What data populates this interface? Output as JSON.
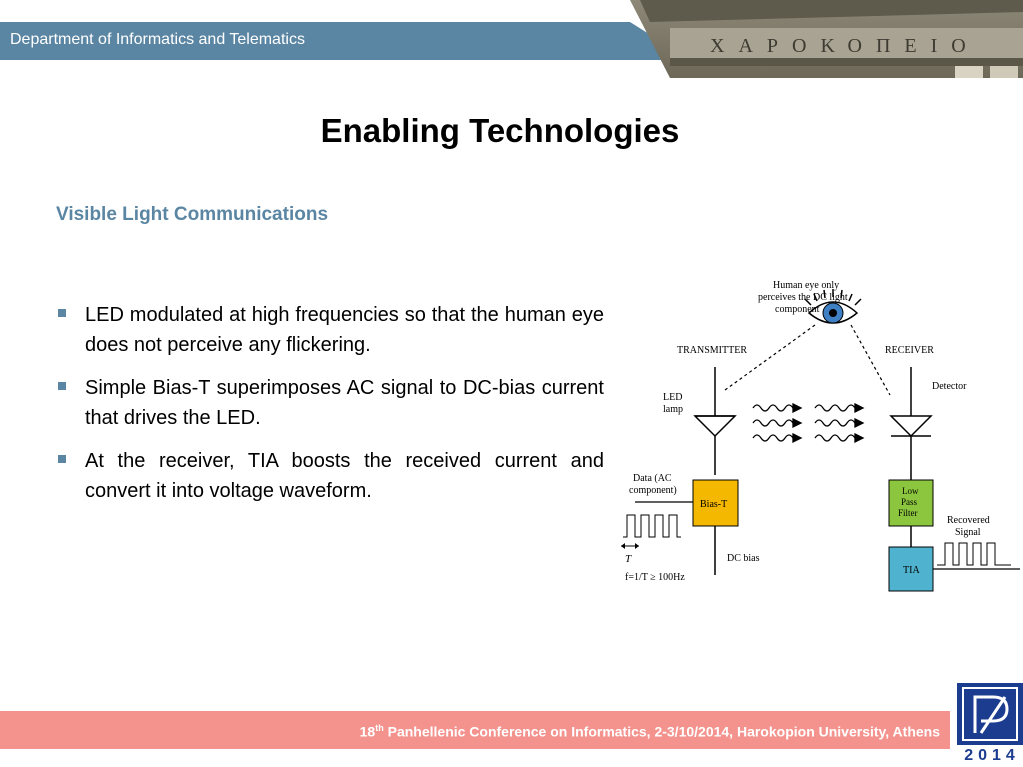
{
  "header": {
    "department": "Department of Informatics and Telematics",
    "building_inscription": "ΧΑΡΟΚΟΠΕΙΟ"
  },
  "slide": {
    "title": "Enabling Technologies",
    "subtitle": "Visible Light Communications",
    "bullets": [
      "LED modulated at high frequencies so that the human eye does not perceive any flickering.",
      "Simple Bias-T superimposes AC signal to DC-bias current that drives the LED.",
      "At the receiver, TIA boosts the received current and convert it into voltage waveform."
    ]
  },
  "diagram": {
    "eye_label_1": "Human eye only",
    "eye_label_2": "perceives the DC light",
    "eye_label_3": "component",
    "transmitter": "TRANSMITTER",
    "receiver": "RECEIVER",
    "led_1": "LED",
    "led_2": "lamp",
    "detector": "Detector",
    "data_1": "Data (AC",
    "data_2": "component)",
    "bias_t": "Bias-T",
    "lpf_1": "Low",
    "lpf_2": "Pass",
    "lpf_3": "Filter",
    "recovered_1": "Recovered",
    "recovered_2": "Signal",
    "period": "T",
    "frequency": "f=1/T ≥ 100Hz",
    "dc_bias": "DC bias",
    "tia": "TIA",
    "colors": {
      "bias_t": "#f5b800",
      "lpf": "#8cc63f",
      "tia": "#4fb3cf",
      "eye": "#3f7fc4"
    }
  },
  "footer": {
    "ordinal": "18",
    "ordinal_suffix": "th",
    "text": "Panhellenic Conference on Informatics, 2-3/10/2014, Harokopion University, Athens",
    "logo_year": "2014"
  },
  "colors": {
    "header": "#5b86a3",
    "footer": "#f4938e",
    "logo": "#1c3d8f"
  }
}
